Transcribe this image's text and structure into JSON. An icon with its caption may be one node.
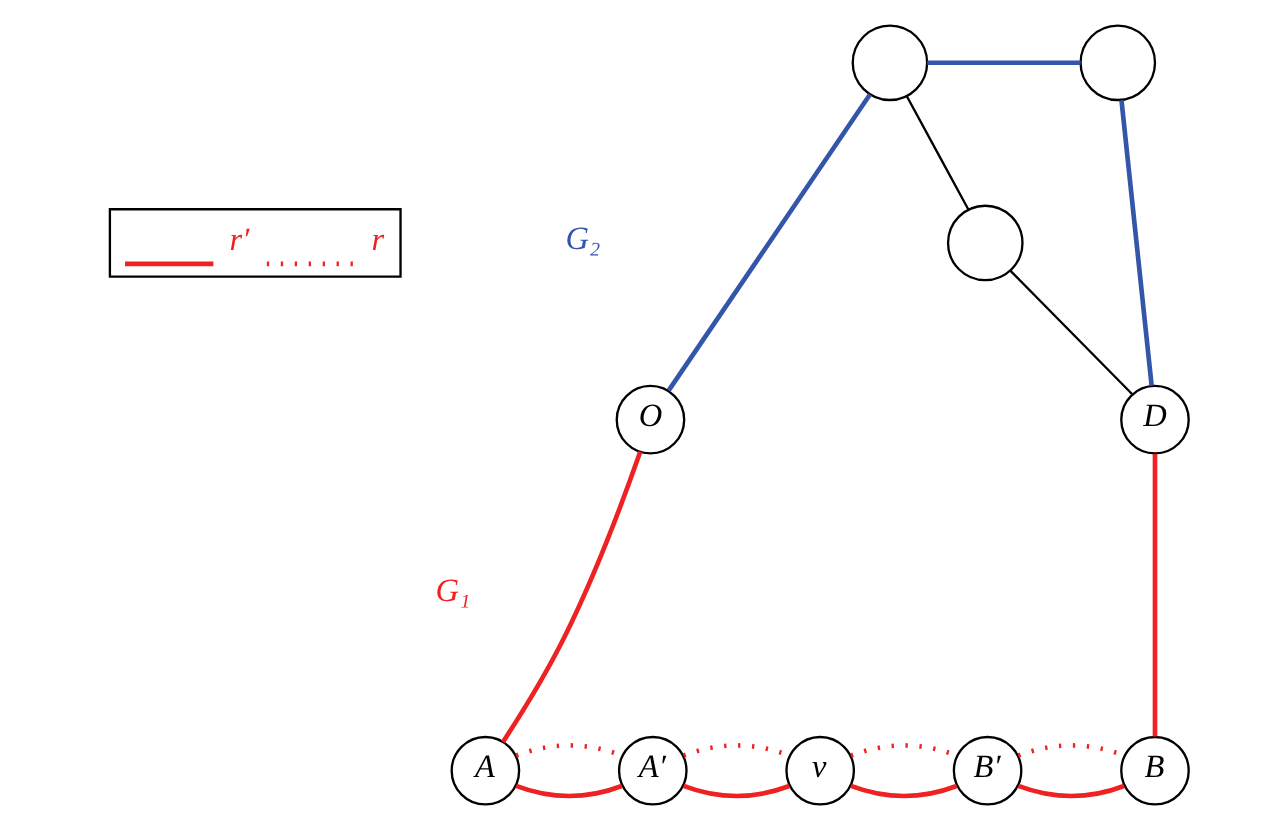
{
  "diagram": {
    "nodes": [
      {
        "text": [],
        "shape": "circle"
      },
      {
        "text": [],
        "shape": "circle"
      },
      {
        "text": [],
        "shape": "circle"
      },
      {
        "text": [
          "O"
        ]
      },
      {
        "text": [
          "D"
        ]
      },
      {
        "text": [
          "A"
        ]
      },
      {
        "text": [
          "A′"
        ]
      },
      {
        "text": [
          "v"
        ]
      },
      {
        "text": [
          "B′"
        ]
      },
      {
        "text": [
          "B"
        ]
      }
    ],
    "edges": [
      {
        "from": 0,
        "to": 1,
        "arrow": "none",
        "color": "#3355aa"
      },
      {
        "from": 0,
        "to": 2,
        "arrow": "none",
        "color": "#000000"
      },
      {
        "from": 0,
        "to": 3,
        "arrow": "none",
        "color": "#3355aa"
      },
      {
        "from": 1,
        "to": 4,
        "arrow": "none",
        "color": "#3355aa"
      },
      {
        "from": 2,
        "to": 4,
        "arrow": "none",
        "color": "#000000"
      },
      {
        "from": 3,
        "to": 5,
        "arrow": "none"
      },
      {
        "from": 4,
        "to": 9,
        "arrow": "none"
      },
      {
        "from": 5,
        "to": 6,
        "arrow": "none"
      },
      {
        "from": 6,
        "to": 7,
        "arrow": "none"
      },
      {
        "from": 7,
        "to": 8,
        "arrow": "none"
      },
      {
        "from": 8,
        "to": 9,
        "arrow": "none"
      },
      {
        "from": 5,
        "to": 6,
        "arrow": "none",
        "style": "dashed"
      },
      {
        "from": 6,
        "to": 7,
        "arrow": "none",
        "style": "dashed"
      },
      {
        "from": 7,
        "to": 8,
        "arrow": "none",
        "style": "dashed"
      },
      {
        "from": 8,
        "to": 9,
        "arrow": "none",
        "style": "dashed"
      }
    ],
    "labels": [
      "G₂",
      "G₁"
    ],
    "legend": [
      {
        "text": "r′"
      },
      {
        "text": "r"
      }
    ]
  }
}
